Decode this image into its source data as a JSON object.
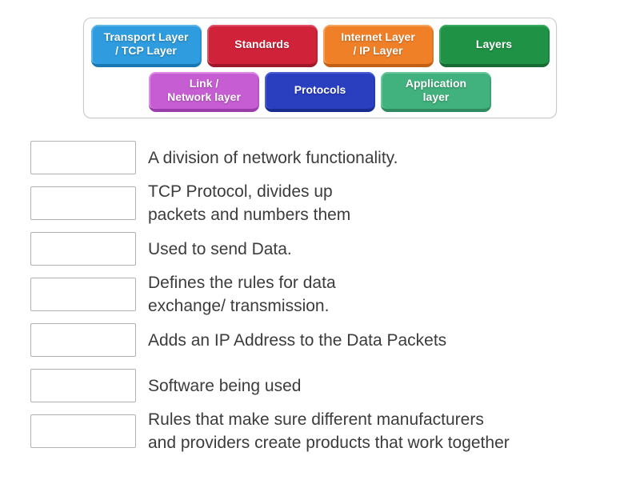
{
  "word_bank": {
    "tiles": [
      {
        "label": "Transport Layer / TCP Layer",
        "lines": [
          "Transport Layer",
          "/ TCP Layer"
        ],
        "colors": {
          "base": "#2E9CDE",
          "shadow": "#1878B4",
          "highlight": "#5CB6E8"
        }
      },
      {
        "label": "Standards",
        "lines": [
          "Standards"
        ],
        "colors": {
          "base": "#D02339",
          "shadow": "#9E1627",
          "highlight": "#DD5468"
        }
      },
      {
        "label": "Internet Layer / IP Layer",
        "lines": [
          "Internet Layer",
          "/ IP Layer"
        ],
        "colors": {
          "base": "#F08028",
          "shadow": "#C25F12",
          "highlight": "#F5A45E"
        }
      },
      {
        "label": "Layers",
        "lines": [
          "Layers"
        ],
        "colors": {
          "base": "#1F9245",
          "shadow": "#156B31",
          "highlight": "#37AC5C"
        }
      },
      {
        "label": "Link / Network layer",
        "lines": [
          "Link /",
          "Network layer"
        ],
        "colors": {
          "base": "#C75DD3",
          "shadow": "#9B3CAB",
          "highlight": "#DD8BE3"
        }
      },
      {
        "label": "Protocols",
        "lines": [
          "Protocols"
        ],
        "colors": {
          "base": "#2A3EC0",
          "shadow": "#1A2B90",
          "highlight": "#4A5ED2"
        }
      },
      {
        "label": "Application layer",
        "lines": [
          "Application",
          "layer"
        ],
        "colors": {
          "base": "#41B17D",
          "shadow": "#2F8A5F",
          "highlight": "#6BC79B"
        }
      }
    ]
  },
  "questions": [
    {
      "lines": [
        "A division of network functionality."
      ]
    },
    {
      "lines": [
        "TCP Protocol, divides up",
        "packets and numbers them"
      ]
    },
    {
      "lines": [
        "Used to send Data."
      ]
    },
    {
      "lines": [
        "Defines the rules for data",
        "exchange/ transmission."
      ]
    },
    {
      "lines": [
        "Adds an IP Address to the Data Packets"
      ]
    },
    {
      "lines": [
        "Software being used"
      ]
    },
    {
      "lines": [
        "Rules that make sure different manufacturers",
        "and providers create products that work together"
      ]
    }
  ]
}
